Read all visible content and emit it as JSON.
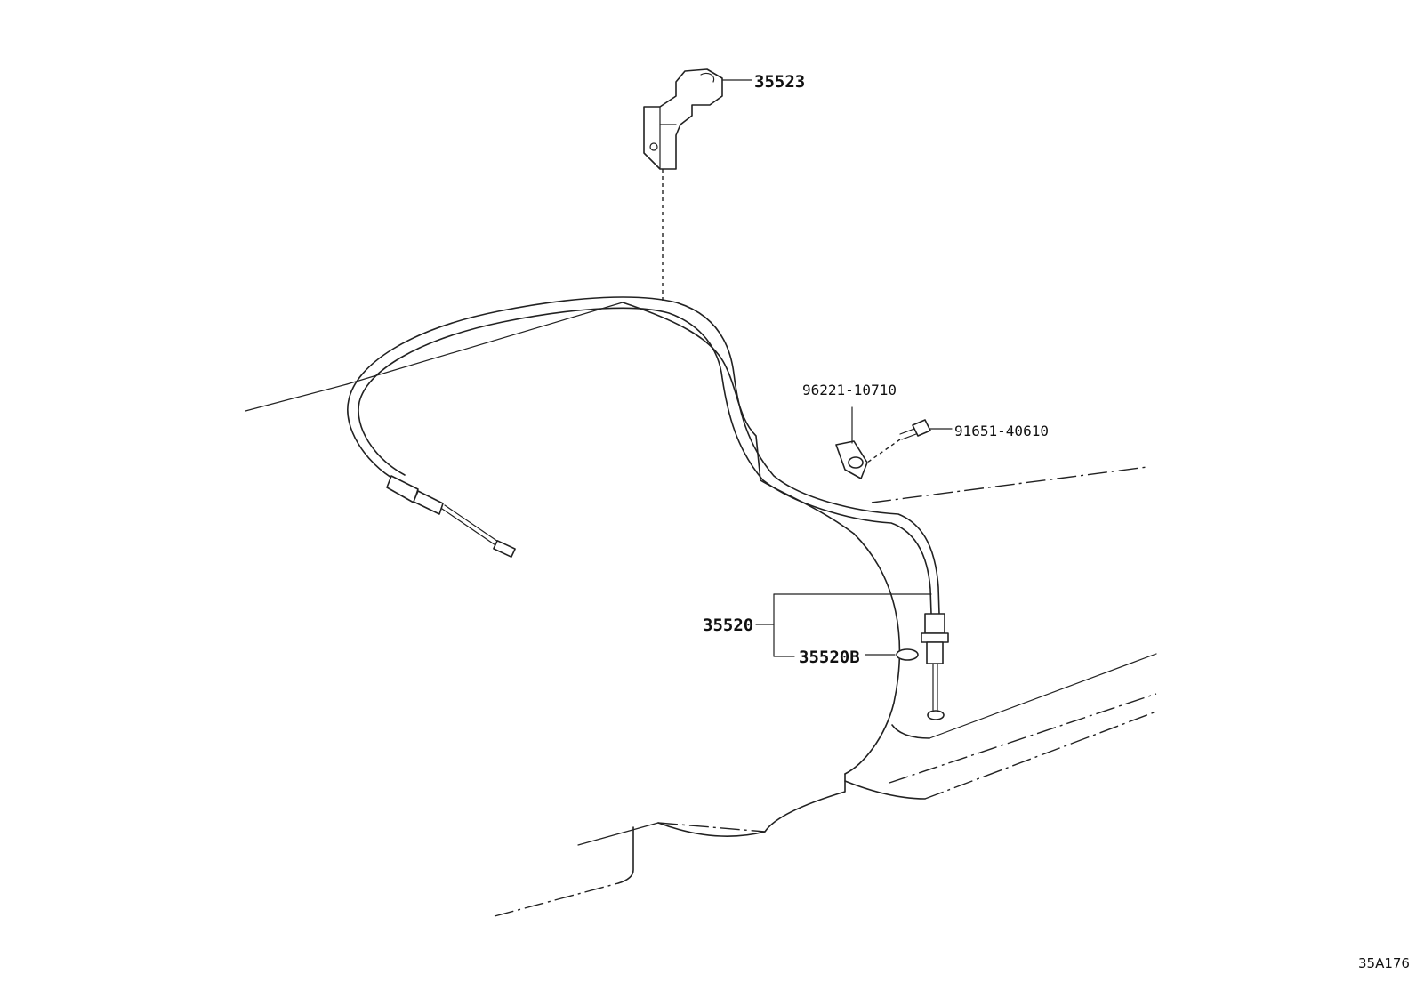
{
  "diagram_code": "35A176",
  "parts": [
    {
      "id": "35523"
    },
    {
      "id": "96221-10710"
    },
    {
      "id": "91651-40610"
    },
    {
      "id": "35520"
    },
    {
      "id": "35520B"
    }
  ]
}
